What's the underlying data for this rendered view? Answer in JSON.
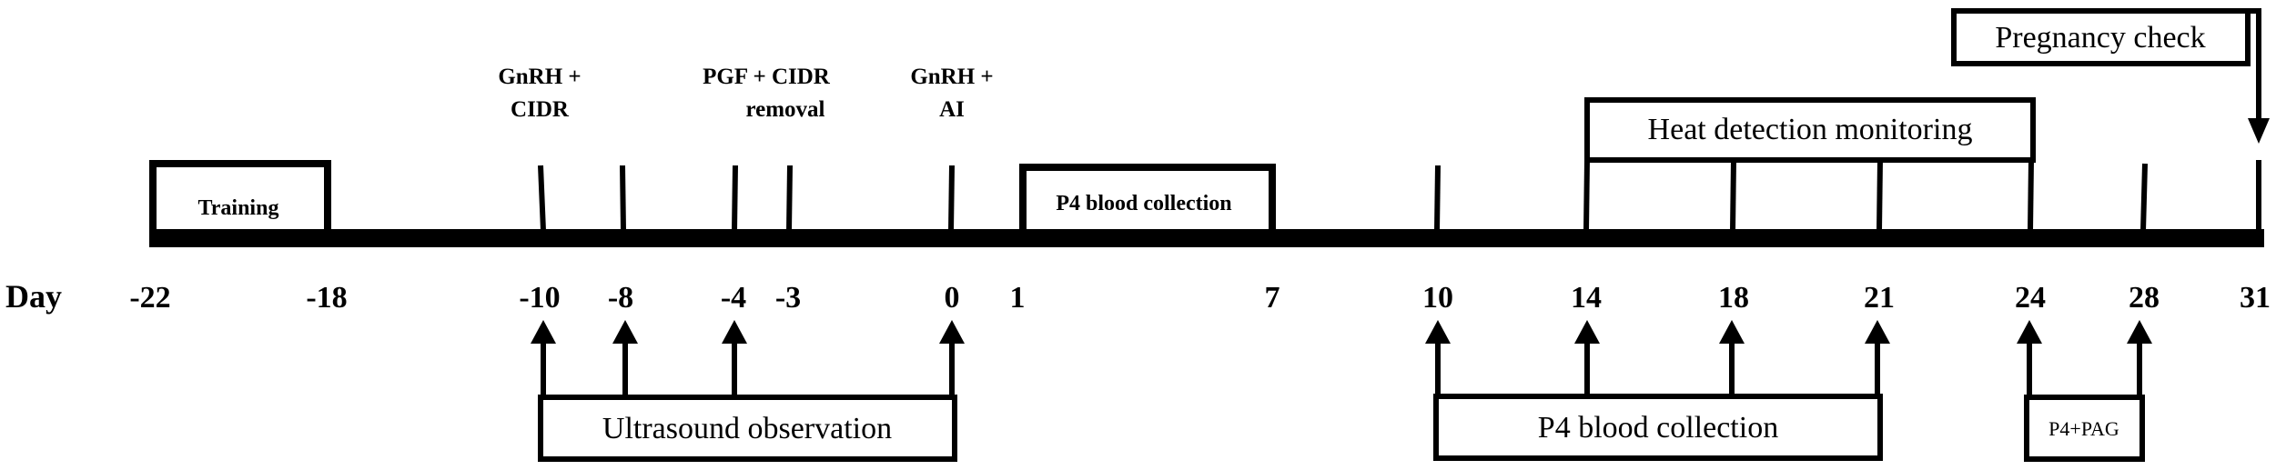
{
  "day_label": "Day",
  "days": [
    "-22",
    "-18",
    "-10",
    "-8",
    "-4",
    "-3",
    "0",
    "1",
    "7",
    "10",
    "14",
    "18",
    "21",
    "24",
    "28",
    "31"
  ],
  "events": {
    "gnrh_cidr": [
      "GnRH +",
      "CIDR"
    ],
    "pgf_cidr_removal": [
      "PGF + CIDR",
      "removal"
    ],
    "gnrh_ai": [
      "GnRH +",
      "AI"
    ]
  },
  "boxes": {
    "training": "Training",
    "p4_blood_top": "P4 blood collection",
    "heat_detection": "Heat detection monitoring",
    "pregnancy_check": "Pregnancy check",
    "ultrasound": "Ultrasound observation",
    "p4_blood_bottom": "P4 blood collection",
    "p4_pag": "P4+PAG"
  }
}
